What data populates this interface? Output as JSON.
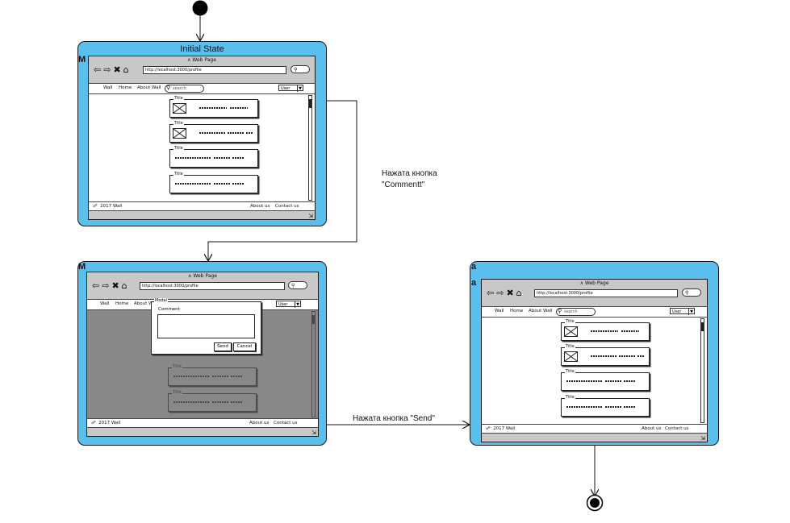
{
  "diagram": {
    "initial_state_title": "Initial State",
    "corner_marks": [
      "M",
      "M",
      "a",
      "a"
    ],
    "transition_comment": "Нажата кнопка\n\"Commentt\"",
    "transition_send": "Нажата кнопка \"Send\""
  },
  "mockup": {
    "page_title": "Web Page",
    "url": "http://localhost:3000/profile",
    "url_variant": "http://localhost:3000/profile",
    "menu": [
      "Wall",
      "Home",
      "About Wall"
    ],
    "search_placeholder": "search",
    "user_select": "User",
    "card_title": "Title",
    "footer_left": "2017 Wall",
    "footer_about": "About us",
    "footer_contact": "Contact us"
  },
  "modal": {
    "title": "Modal",
    "label": "Comment",
    "send": "Send",
    "cancel": "Cancel"
  },
  "colors": {
    "state_fill": "#5bbfee",
    "chrome": "#c8c8c8",
    "overlay": "#5a5a5a"
  },
  "icons": [
    "back-arrow-icon",
    "forward-arrow-icon",
    "close-x-icon",
    "home-icon",
    "search-icon",
    "image-placeholder-icon",
    "globe-icon",
    "resize-grip-icon"
  ]
}
